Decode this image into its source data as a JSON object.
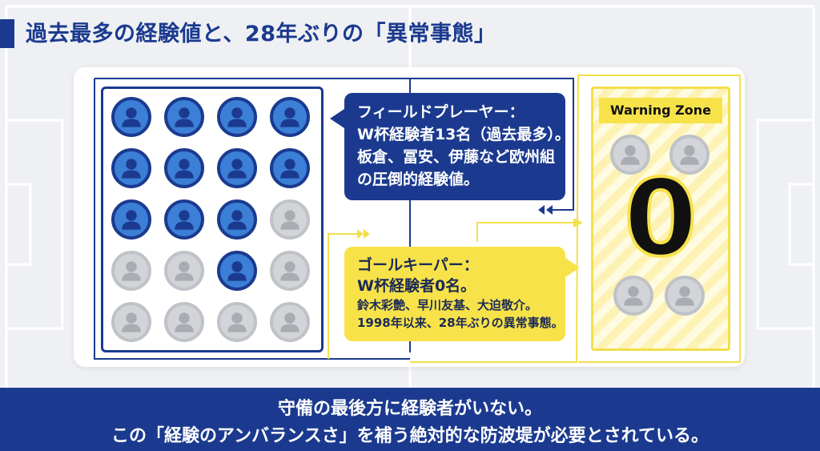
{
  "title": "過去最多の経験値と、28年ぶりの「異常事態」",
  "colors": {
    "navy": "#1b3a8f",
    "accent_blue": "#3b7fd6",
    "yellow": "#f7e24a",
    "gray": "#d2d4d8"
  },
  "player_grid": {
    "rows": [
      [
        "blue",
        "blue",
        "blue",
        "blue"
      ],
      [
        "blue",
        "blue",
        "blue",
        "blue"
      ],
      [
        "blue",
        "blue",
        "blue",
        "gray"
      ],
      [
        "gray",
        "gray",
        "blue",
        "gray"
      ],
      [
        "gray",
        "gray",
        "gray",
        "gray"
      ]
    ]
  },
  "field_players_callout": {
    "lines": [
      "フィールドプレーヤー：",
      "W杯経験者13名（過去最多）。",
      "板倉、冨安、伊藤など欧州組",
      "の圧倒的経験値。"
    ]
  },
  "goalkeepers_callout": {
    "lines": [
      "ゴールキーパー：",
      "W杯経験者0名。",
      "鈴木彩艶、早川友基、大迫敬介。",
      "1998年以来、28年ぶりの異常事態。"
    ]
  },
  "warning_zone": {
    "label": "Warning Zone",
    "count": "0",
    "avatar_icon": "person-silhouette-icon"
  },
  "banner": {
    "line1": "守備の最後方に経験者がいない。",
    "line2": "この「経験のアンバランスさ」を補う絶対的な防波堤が必要とされている。"
  }
}
